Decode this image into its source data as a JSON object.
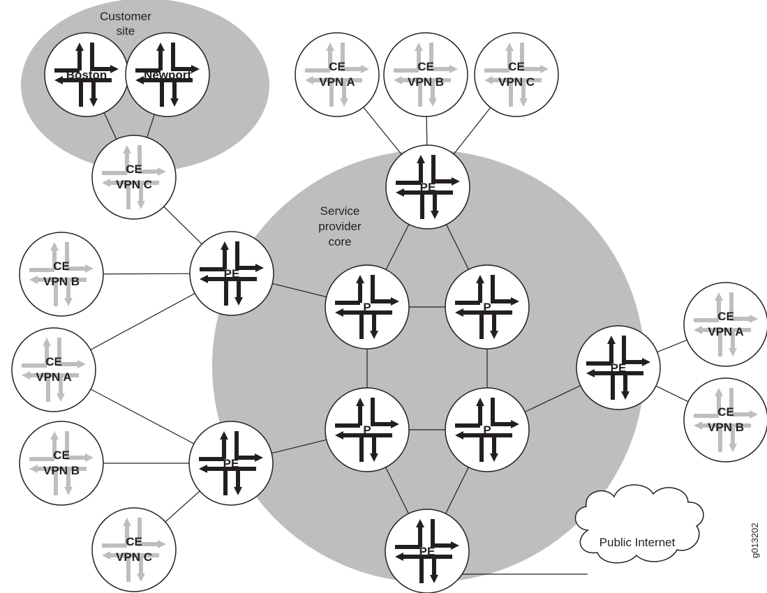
{
  "colors": {
    "background": "#ffffff",
    "region_fill": "#bcbec0",
    "router_black": "#231f20",
    "router_gray": "#bcbec0",
    "link": "#231f20"
  },
  "figure_id": "g013202",
  "regions": {
    "customer_site": {
      "label_line1": "Customer",
      "label_line2": "site"
    },
    "core": {
      "label_line1": "Service",
      "label_line2": "provider",
      "label_line3": "core"
    }
  },
  "cloud": {
    "label": "Public Internet",
    "icon": "cloud-icon"
  },
  "nodes": [
    {
      "id": "boston",
      "kind": "router-dark",
      "icon": "router-icon",
      "lines": [
        "Boston"
      ]
    },
    {
      "id": "newport",
      "kind": "router-dark",
      "icon": "router-icon",
      "lines": [
        "Newport"
      ]
    },
    {
      "id": "ce-c-cust",
      "kind": "router-light",
      "icon": "router-icon",
      "lines": [
        "CE",
        "VPN C"
      ]
    },
    {
      "id": "ce-a-top",
      "kind": "router-light",
      "icon": "router-icon",
      "lines": [
        "CE",
        "VPN A"
      ]
    },
    {
      "id": "ce-b-top",
      "kind": "router-light",
      "icon": "router-icon",
      "lines": [
        "CE",
        "VPN B"
      ]
    },
    {
      "id": "ce-c-top",
      "kind": "router-light",
      "icon": "router-icon",
      "lines": [
        "CE",
        "VPN C"
      ]
    },
    {
      "id": "pe-top",
      "kind": "router-dark",
      "icon": "router-icon",
      "lines": [
        "PE"
      ]
    },
    {
      "id": "pe-left",
      "kind": "router-dark",
      "icon": "router-icon",
      "lines": [
        "PE"
      ]
    },
    {
      "id": "ce-b-left",
      "kind": "router-light",
      "icon": "router-icon",
      "lines": [
        "CE",
        "VPN B"
      ]
    },
    {
      "id": "ce-a-left",
      "kind": "router-light",
      "icon": "router-icon",
      "lines": [
        "CE",
        "VPN A"
      ]
    },
    {
      "id": "p-tl",
      "kind": "router-dark",
      "icon": "router-icon",
      "lines": [
        "P"
      ]
    },
    {
      "id": "p-tr",
      "kind": "router-dark",
      "icon": "router-icon",
      "lines": [
        "P"
      ]
    },
    {
      "id": "p-bl",
      "kind": "router-dark",
      "icon": "router-icon",
      "lines": [
        "P"
      ]
    },
    {
      "id": "p-br",
      "kind": "router-dark",
      "icon": "router-icon",
      "lines": [
        "P"
      ]
    },
    {
      "id": "pe-right",
      "kind": "router-dark",
      "icon": "router-icon",
      "lines": [
        "PE"
      ]
    },
    {
      "id": "ce-a-right",
      "kind": "router-light",
      "icon": "router-icon",
      "lines": [
        "CE",
        "VPN A"
      ]
    },
    {
      "id": "ce-b-right",
      "kind": "router-light",
      "icon": "router-icon",
      "lines": [
        "CE",
        "VPN B"
      ]
    },
    {
      "id": "pe-bl",
      "kind": "router-dark",
      "icon": "router-icon",
      "lines": [
        "PE"
      ]
    },
    {
      "id": "ce-b-bl",
      "kind": "router-light",
      "icon": "router-icon",
      "lines": [
        "CE",
        "VPN B"
      ]
    },
    {
      "id": "ce-c-bl",
      "kind": "router-light",
      "icon": "router-icon",
      "lines": [
        "CE",
        "VPN C"
      ]
    },
    {
      "id": "pe-bottom",
      "kind": "router-dark",
      "icon": "router-icon",
      "lines": [
        "PE"
      ]
    }
  ],
  "links": [
    [
      "boston",
      "ce-c-cust"
    ],
    [
      "newport",
      "ce-c-cust"
    ],
    [
      "ce-c-cust",
      "pe-left"
    ],
    [
      "ce-a-top",
      "pe-top"
    ],
    [
      "ce-b-top",
      "pe-top"
    ],
    [
      "ce-c-top",
      "pe-top"
    ],
    [
      "pe-top",
      "p-tl"
    ],
    [
      "pe-top",
      "p-tr"
    ],
    [
      "ce-b-left",
      "pe-left"
    ],
    [
      "ce-a-left",
      "pe-left"
    ],
    [
      "pe-left",
      "p-tl"
    ],
    [
      "p-tl",
      "p-tr"
    ],
    [
      "p-tl",
      "p-bl"
    ],
    [
      "p-tr",
      "p-br"
    ],
    [
      "p-bl",
      "p-br"
    ],
    [
      "ce-a-left",
      "pe-bl"
    ],
    [
      "ce-b-bl",
      "pe-bl"
    ],
    [
      "ce-c-bl",
      "pe-bl"
    ],
    [
      "pe-bl",
      "p-bl"
    ],
    [
      "p-br",
      "pe-right"
    ],
    [
      "pe-right",
      "ce-a-right"
    ],
    [
      "pe-right",
      "ce-b-right"
    ],
    [
      "p-bl",
      "pe-bottom"
    ],
    [
      "p-br",
      "pe-bottom"
    ],
    [
      "pe-bottom",
      "internet"
    ]
  ]
}
